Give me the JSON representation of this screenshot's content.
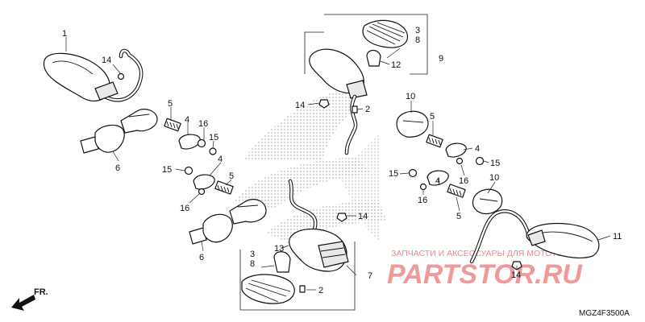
{
  "callouts": [
    {
      "id": "c1",
      "text": "1"
    },
    {
      "id": "c14a",
      "text": "14"
    },
    {
      "id": "c5a",
      "text": "5"
    },
    {
      "id": "c4a",
      "text": "4"
    },
    {
      "id": "c16a",
      "text": "16"
    },
    {
      "id": "c15a",
      "text": "15"
    },
    {
      "id": "c6a",
      "text": "6"
    },
    {
      "id": "c15b",
      "text": "15"
    },
    {
      "id": "c4b",
      "text": "4"
    },
    {
      "id": "c5b",
      "text": "5"
    },
    {
      "id": "c16b",
      "text": "16"
    },
    {
      "id": "c6b",
      "text": "6"
    },
    {
      "id": "c3a",
      "text": "3"
    },
    {
      "id": "c8a",
      "text": "8"
    },
    {
      "id": "c12",
      "text": "12"
    },
    {
      "id": "c9",
      "text": "9"
    },
    {
      "id": "c14b",
      "text": "14"
    },
    {
      "id": "c2a",
      "text": "2"
    },
    {
      "id": "c10a",
      "text": "10"
    },
    {
      "id": "c5c",
      "text": "5"
    },
    {
      "id": "c4c",
      "text": "4"
    },
    {
      "id": "c15c",
      "text": "15"
    },
    {
      "id": "c16c",
      "text": "16"
    },
    {
      "id": "c15d",
      "text": "15"
    },
    {
      "id": "c16d",
      "text": "16"
    },
    {
      "id": "c4d",
      "text": "4"
    },
    {
      "id": "c10b",
      "text": "10"
    },
    {
      "id": "c5d",
      "text": "5"
    },
    {
      "id": "c14c",
      "text": "14"
    },
    {
      "id": "c11",
      "text": "11"
    },
    {
      "id": "c14d",
      "text": "14"
    },
    {
      "id": "c13",
      "text": "13"
    },
    {
      "id": "c3b",
      "text": "3"
    },
    {
      "id": "c8b",
      "text": "8"
    },
    {
      "id": "c7",
      "text": "7"
    },
    {
      "id": "c2b",
      "text": "2"
    }
  ],
  "front_marker": "FR.",
  "diagram_code": "MGZ4F3500A",
  "watermark": {
    "caption": "ЗАПЧАСТИ И АКСЕССУАРЫ ДЛЯ МОТОТЕХНИКИ",
    "brand": "PARTSTOR.RU",
    "color": "#e64545"
  }
}
